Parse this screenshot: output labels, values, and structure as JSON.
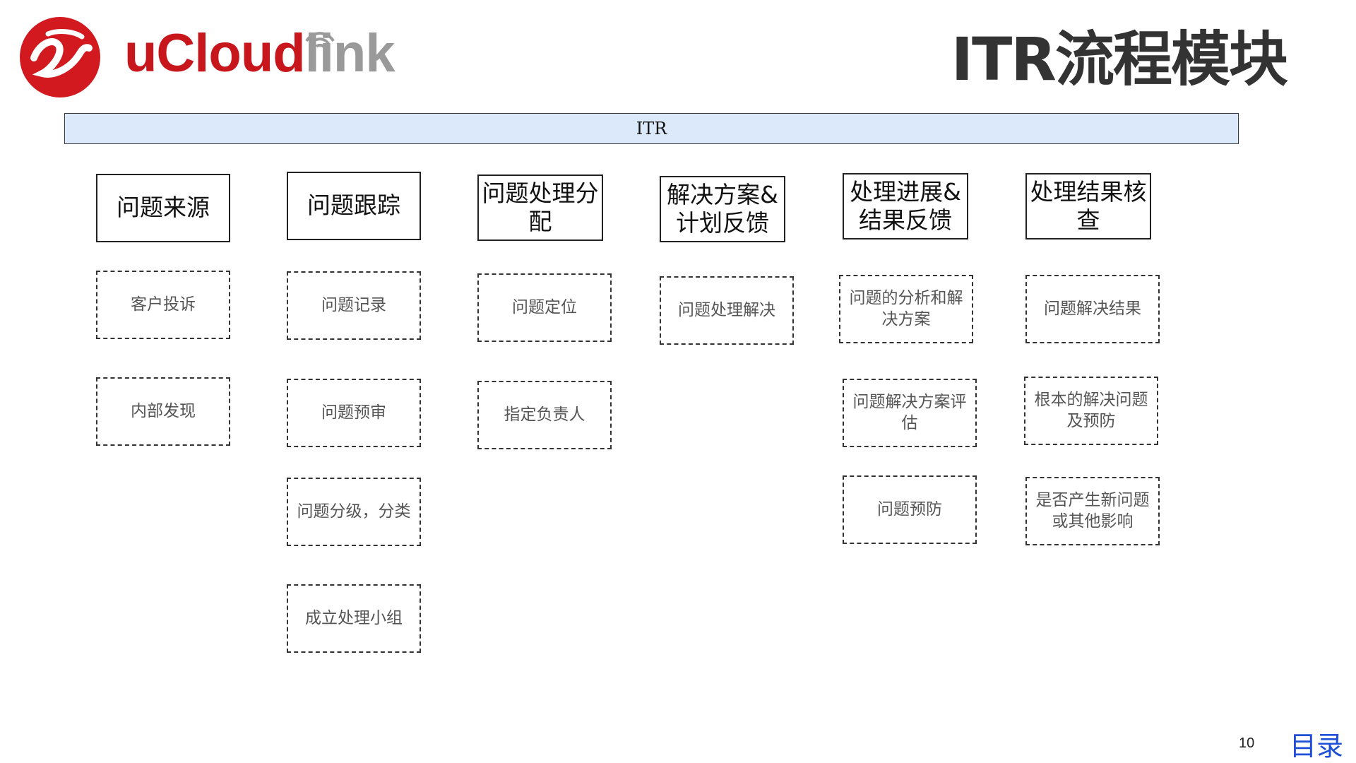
{
  "brand": {
    "logo_prefix": "uCloud",
    "logo_suffix": "link",
    "red": "#c8161d",
    "grey": "#9a9a9a"
  },
  "title": "ITR流程模块",
  "itr_bar_label": "ITR",
  "columns": [
    {
      "header": "问题来源",
      "items": [
        "客户投诉",
        "内部发现"
      ]
    },
    {
      "header": "问题跟踪",
      "items": [
        "问题记录",
        "问题预审",
        "问题分级，分类",
        "成立处理小组"
      ]
    },
    {
      "header": "问题处理分配",
      "items": [
        "问题定位",
        "指定负责人"
      ]
    },
    {
      "header": "解决方案&计划反馈",
      "items": [
        "问题处理解决"
      ]
    },
    {
      "header": "处理进展&结果反馈",
      "items": [
        "问题的分析和解决方案",
        "问题解决方案评估",
        "问题预防"
      ]
    },
    {
      "header": "处理结果核查",
      "items": [
        "问题解决结果",
        "根本的解决问题及预防",
        "是否产生新问题或其他影响"
      ]
    }
  ],
  "footer": {
    "page_number": "10",
    "toc_label": "目录",
    "link_color": "#1e4fd6"
  }
}
